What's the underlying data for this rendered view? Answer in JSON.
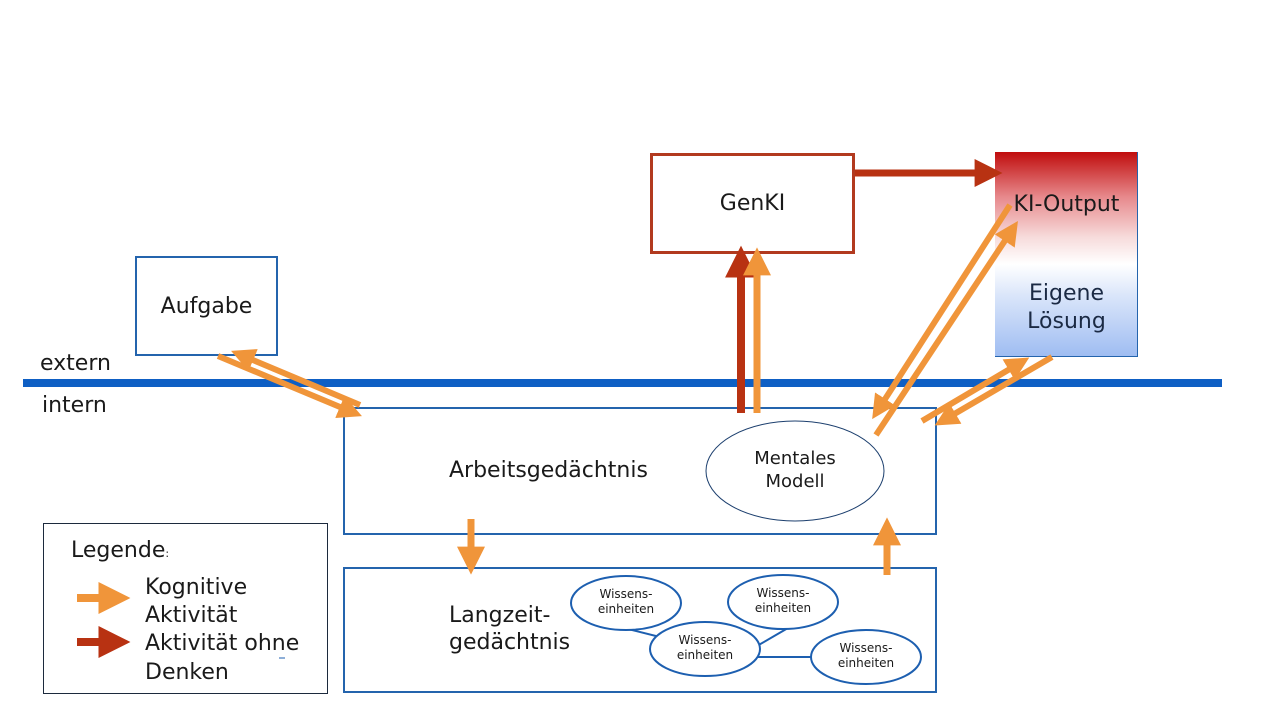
{
  "labels": {
    "extern": "extern",
    "intern": "intern"
  },
  "nodes": {
    "aufgabe": "Aufgabe",
    "genki": "GenKI",
    "ki_output": "KI-Output",
    "eigene_loesung_line1": "Eigene",
    "eigene_loesung_line2": "Lösung",
    "arbeitsgedaechtnis": "Arbeitsgedächtnis",
    "mentales_modell_line1": "Mentales",
    "mentales_modell_line2": "Modell",
    "langzeit_line1": "Langzeit-",
    "langzeit_line2": "gedächtnis",
    "wissenseinheiten": [
      {
        "line1": "Wissens-",
        "line2": "einheiten"
      },
      {
        "line1": "Wissens-",
        "line2": "einheiten"
      },
      {
        "line1": "Wissens-",
        "line2": "einheiten"
      },
      {
        "line1": "Wissens-",
        "line2": "einheiten"
      }
    ]
  },
  "legend": {
    "title": "Legende",
    "title_suffix": ":",
    "items": [
      {
        "line1": "Kognitive",
        "line2": "Aktivität",
        "color": "#f0953a"
      },
      {
        "line1": "Aktivität ohne",
        "line2": "Denken",
        "color": "#b83212"
      }
    ]
  },
  "colors": {
    "cognitive": "#f0953a",
    "no_thinking": "#b83212",
    "boundary": "#0e5fc4",
    "box_border": "#2464ad",
    "genki_border": "#b23a1f"
  }
}
